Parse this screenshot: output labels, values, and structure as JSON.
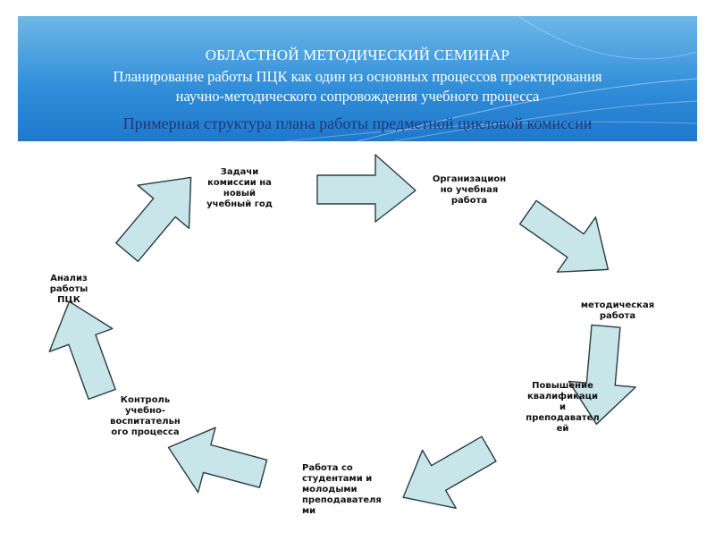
{
  "header": {
    "title": "ОБЛАСТНОЙ МЕТОДИЧЕСКИЙ СЕМИНАР",
    "subtitle_line1": "Планирование работы ПЦК  как один из основных процессов проектирования",
    "subtitle_line2": "научно-методического сопровождения учебного процесса",
    "subtitle_line3": "Примерная структура плана работы предметной цикловой комиссии"
  },
  "colors": {
    "header_top": "#5fb0e4",
    "header_bottom": "#1e7bcf",
    "subtitle3": "#1f3a78",
    "arrow_fill": "#c8e6ea",
    "arrow_stroke": "#2a3a44"
  },
  "cycle": {
    "stages": [
      {
        "label": "Задачи\nкомиссии на\nновый\nучебный год"
      },
      {
        "label": "Организацион\nно   учебная\nработа"
      },
      {
        "label": "методическая\nработа"
      },
      {
        "label": "Повышение\nквалификаци\nи\nпреподавател\nей"
      },
      {
        "label": "Работа со\nстудентами и\nмолодыми\nпреподавателя\nми"
      },
      {
        "label": "Контроль\nучебно-\nвоспитательн\nого процесса"
      },
      {
        "label": "Анализ\nработы\nПЦК"
      }
    ]
  }
}
